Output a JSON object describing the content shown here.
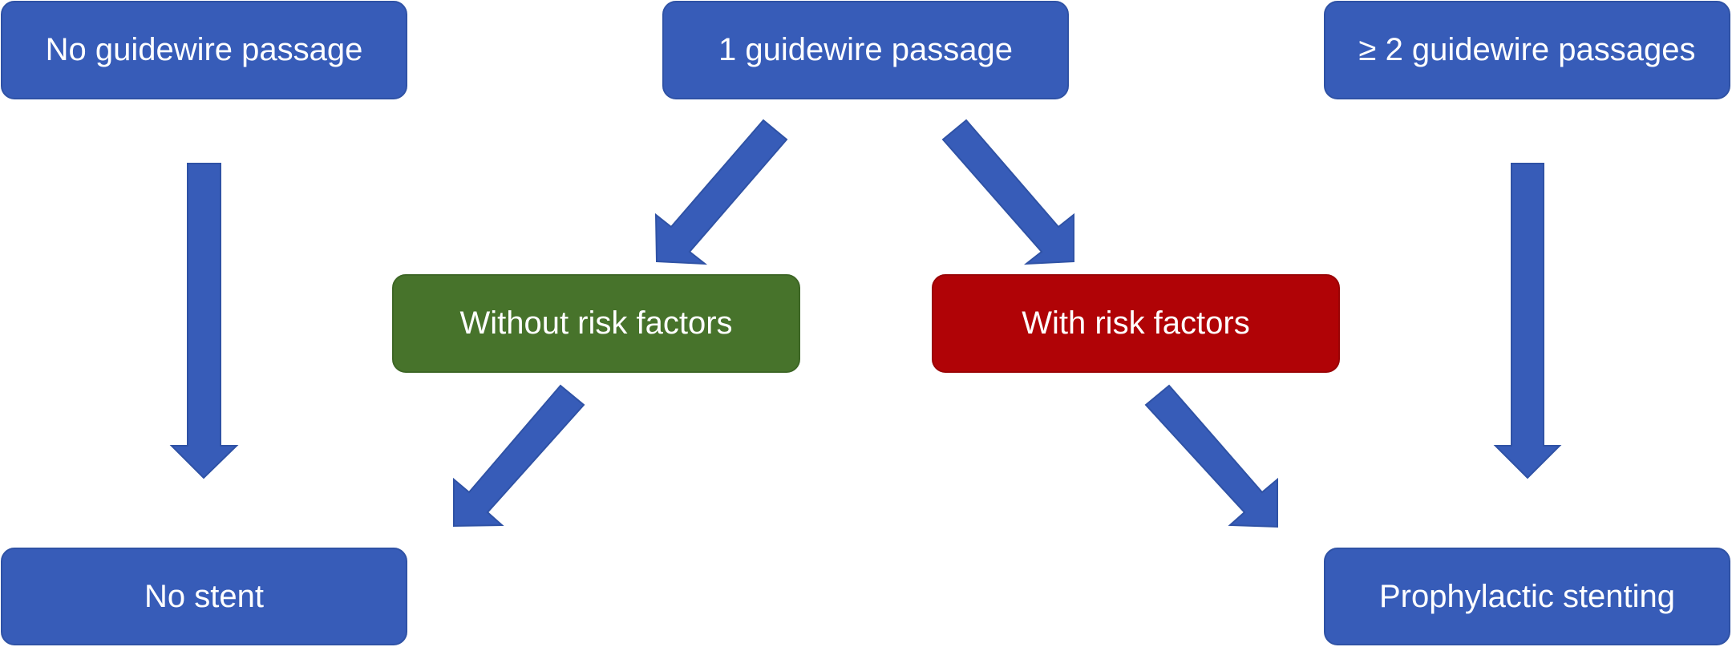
{
  "nodes": {
    "no_passage": "No guidewire passage",
    "one_passage": "1 guidewire passage",
    "two_passages": "≥ 2 guidewire passages",
    "without_risk": "Without risk factors",
    "with_risk": "With risk factors",
    "no_stent": "No stent",
    "prophylactic": "Prophylactic stenting"
  },
  "colors": {
    "box_blue": "#375cb8",
    "box_green": "#47732b",
    "box_red": "#b00306",
    "arrow": "#375cb8",
    "text": "#ffffff"
  }
}
